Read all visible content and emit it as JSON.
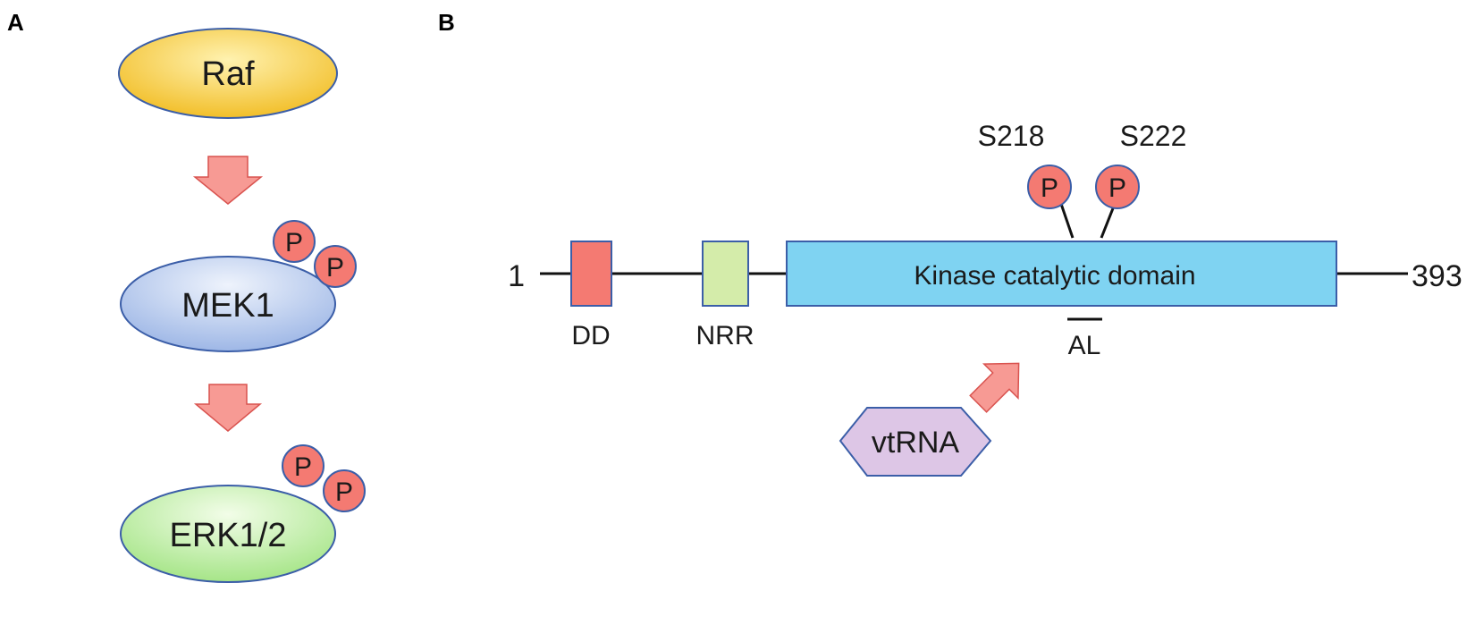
{
  "panel_a": {
    "label": "A",
    "nodes": {
      "raf": "Raf",
      "mek1": "MEK1",
      "erk": "ERK1/2"
    },
    "phospho": "P"
  },
  "panel_b": {
    "label": "B",
    "start_residue": "1",
    "end_residue": "393",
    "domains": {
      "dd": "DD",
      "nrr": "NRR",
      "kinase": "Kinase catalytic domain",
      "al": "AL"
    },
    "sites": {
      "s218": "S218",
      "s222": "S222"
    },
    "phospho": "P",
    "vtrna": "vtRNA"
  },
  "colors": {
    "raf": "#f5c842",
    "mek1": "#a9c0e8",
    "erk": "#b8ec9a",
    "phospho": "#f47a72",
    "arrow": "#f79a94",
    "dd": "#f47a72",
    "nrr": "#d4ecaa",
    "kinase": "#7fd3f2",
    "vtrna": "#ddc6e6",
    "outline": "#3b5ea8"
  }
}
